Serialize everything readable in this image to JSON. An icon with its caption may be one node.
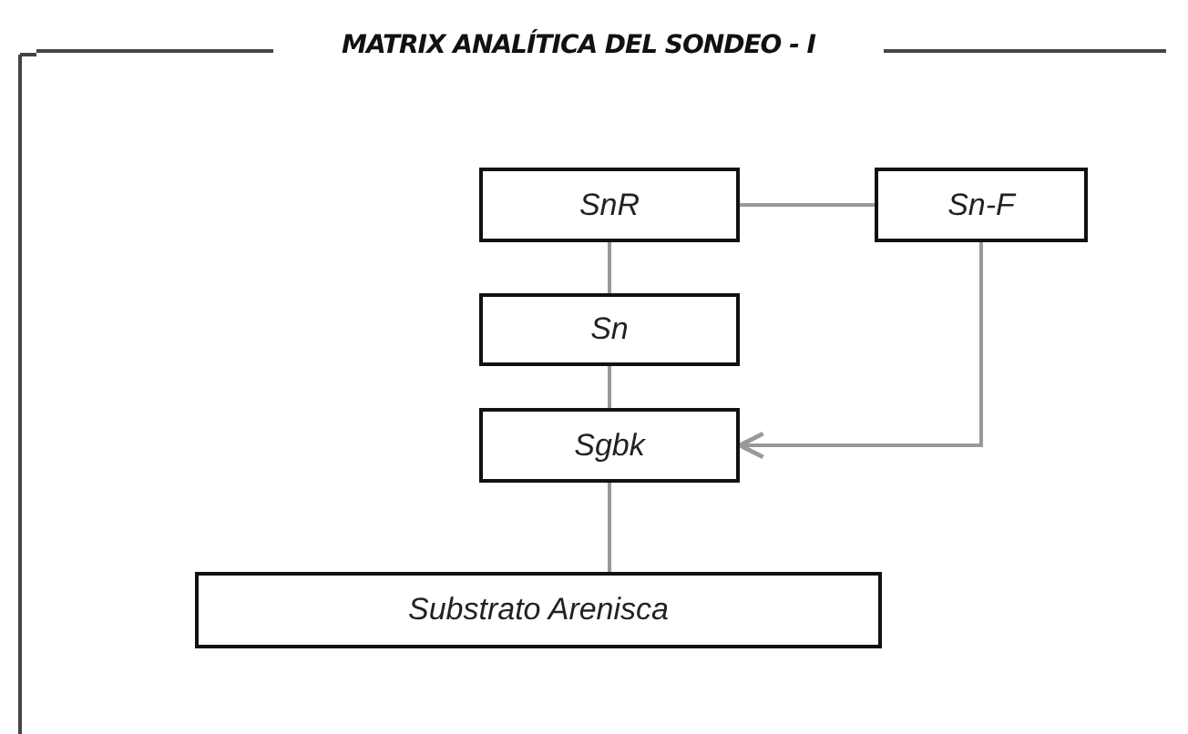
{
  "diagram": {
    "title": "MATRIX ANALÍTICA DEL SONDEO - I",
    "nodes": [
      {
        "text": [
          "SnR"
        ]
      },
      {
        "text": [
          "Sn-F"
        ]
      },
      {
        "text": [
          "Sn"
        ]
      },
      {
        "text": [
          "Sgbk"
        ]
      },
      {
        "text": [
          "Substrato Arenisca"
        ]
      }
    ],
    "edges": [
      {
        "from": 0,
        "to": 1,
        "arrow": "none"
      },
      {
        "from": 0,
        "to": 2,
        "arrow": "none"
      },
      {
        "from": 2,
        "to": 3,
        "arrow": "none"
      },
      {
        "from": 1,
        "to": 3,
        "arrow": "to"
      },
      {
        "from": 3,
        "to": 4,
        "arrow": "none"
      }
    ]
  }
}
